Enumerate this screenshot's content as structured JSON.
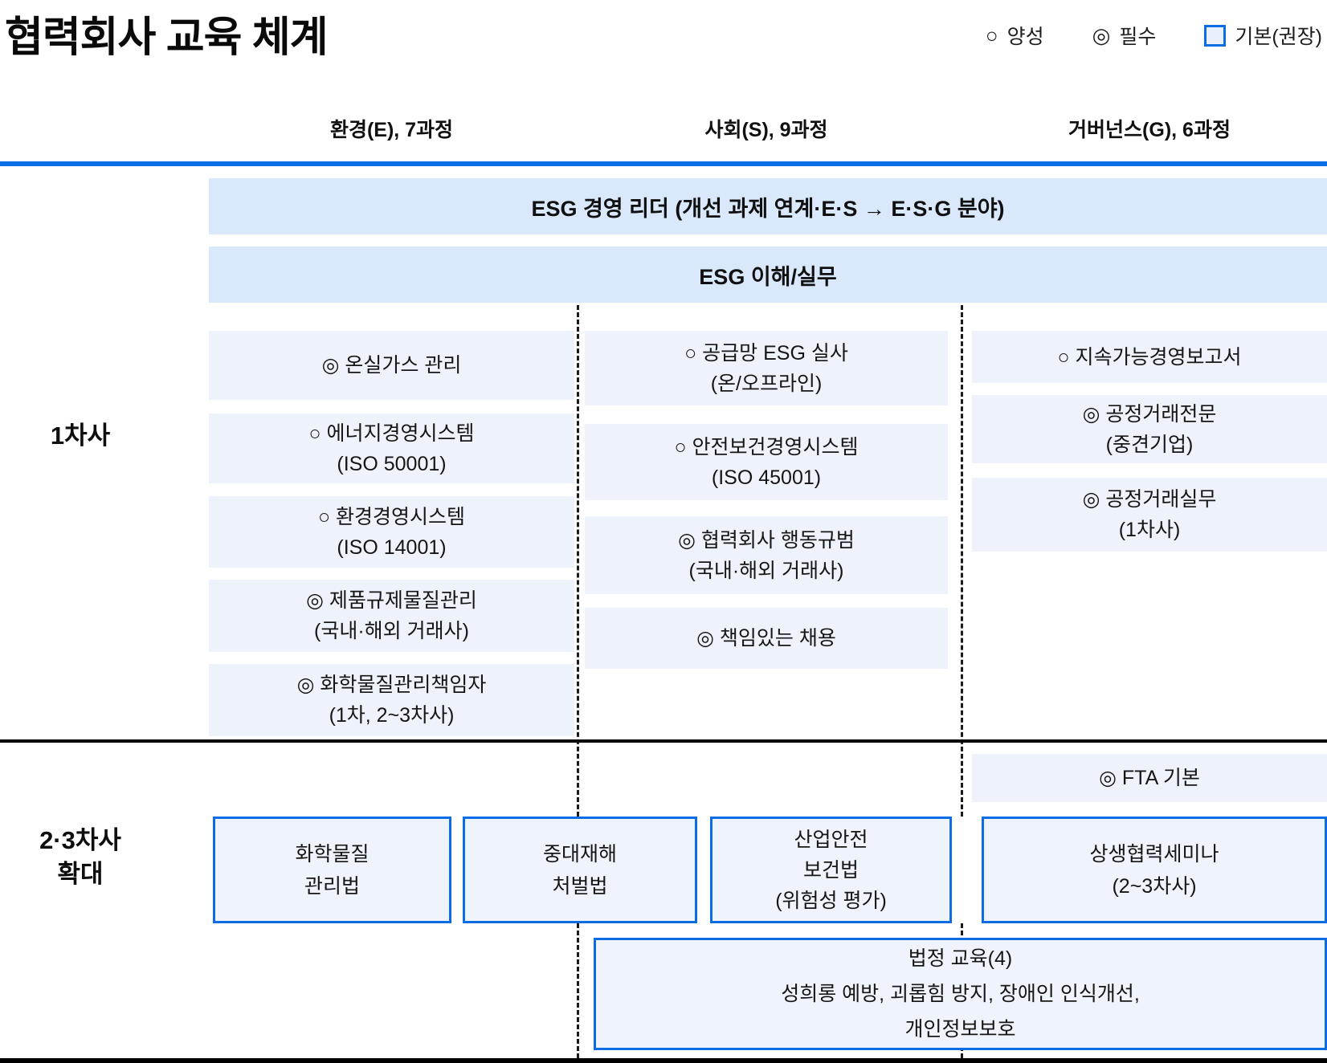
{
  "title": "협력회사 교육 체계",
  "legend": {
    "items": [
      {
        "symbol": "○",
        "label": "양성"
      },
      {
        "symbol": "◎",
        "label": "필수"
      },
      {
        "symbol": "□",
        "label": "기본(권장)"
      }
    ]
  },
  "column_headers": {
    "e": "환경(E), 7과정",
    "s": "사회(S), 9과정",
    "g": "거버넌스(G), 6과정"
  },
  "banners": {
    "leader": "ESG 경영 리더 (개선 과제 연계·E·S → E·S·G 분야)",
    "basic": "ESG 이해/실무"
  },
  "row_labels": {
    "tier1": "1차사",
    "tier23_line1": "2·3차사",
    "tier23_line2": "확대"
  },
  "tier1": {
    "e": [
      {
        "lines": [
          "◎ 온실가스 관리"
        ]
      },
      {
        "lines": [
          "○ 에너지경영시스템",
          "(ISO 50001)"
        ]
      },
      {
        "lines": [
          "○ 환경경영시스템",
          "(ISO 14001)"
        ]
      },
      {
        "lines": [
          "◎ 제품규제물질관리",
          "(국내·해외 거래사)"
        ]
      },
      {
        "lines": [
          "◎ 화학물질관리책임자",
          "(1차, 2~3차사)"
        ]
      }
    ],
    "s": [
      {
        "lines": [
          "○ 공급망 ESG 실사",
          "(온/오프라인)"
        ]
      },
      {
        "lines": [
          "○ 안전보건경영시스템",
          "(ISO 45001)"
        ]
      },
      {
        "lines": [
          "◎ 협력회사 행동규범",
          "(국내·해외 거래사)"
        ]
      },
      {
        "lines": [
          "◎ 책임있는 채용"
        ]
      }
    ],
    "g": [
      {
        "lines": [
          "○ 지속가능경영보고서"
        ]
      },
      {
        "lines": [
          "◎ 공정거래전문",
          "(중견기업)"
        ]
      },
      {
        "lines": [
          "◎ 공정거래실무",
          "(1차사)"
        ]
      }
    ]
  },
  "tier23": {
    "fta": {
      "lines": [
        "◎ FTA 기본"
      ]
    },
    "boxes": [
      {
        "lines": [
          "화학물질",
          "관리법"
        ]
      },
      {
        "lines": [
          "중대재해",
          "처벌법"
        ]
      },
      {
        "lines": [
          "산업안전",
          "보건법",
          "(위험성 평가)"
        ]
      },
      {
        "lines": [
          "상생협력세미나",
          "(2~3차사)"
        ]
      }
    ],
    "legal": {
      "lines": [
        "법정 교육(4)",
        "성희롱 예방, 괴롭힘 방지, 장애인 인식개선,",
        "개인정보보호"
      ]
    }
  },
  "colors": {
    "accent_blue": "#0b6ce4",
    "banner_bg": "#d9e8fb",
    "cell_bg": "#eef3fb",
    "box_bg": "#eff4fc",
    "text": "#151515",
    "line_black": "#000000"
  }
}
